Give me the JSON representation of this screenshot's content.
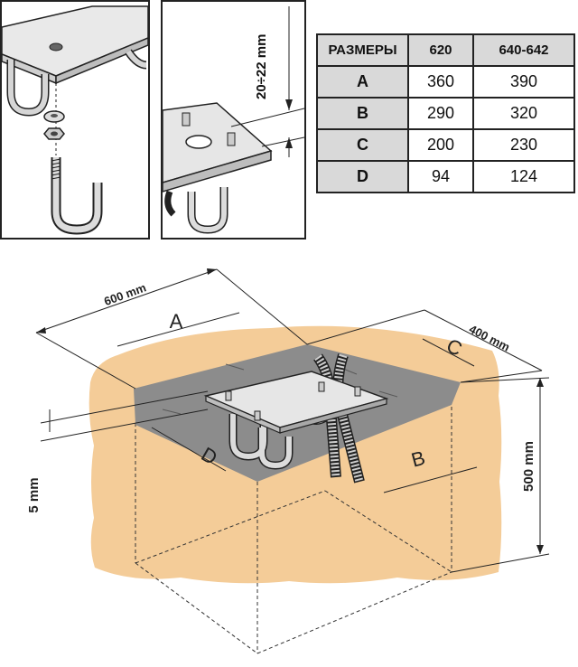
{
  "table": {
    "header": [
      "РАЗМЕРЫ",
      "620",
      "640-642"
    ],
    "rows": [
      {
        "label": "A",
        "v620": "360",
        "v640": "390"
      },
      {
        "label": "B",
        "v620": "290",
        "v640": "320"
      },
      {
        "label": "C",
        "v620": "200",
        "v640": "230"
      },
      {
        "label": "D",
        "v620": "94",
        "v640": "124"
      }
    ]
  },
  "labels": {
    "thread_gap": "20÷22 mm",
    "width": "600 mm",
    "depth": "400 mm",
    "height": "500 mm",
    "offset": "5 mm",
    "A": "A",
    "B": "B",
    "C": "C",
    "D": "D"
  },
  "colors": {
    "soil": "#f4cc98",
    "concrete_top": "#8c8c8c",
    "plate": "#e6e6e6",
    "line": "#222222",
    "table_header": "#d9d9d9"
  }
}
